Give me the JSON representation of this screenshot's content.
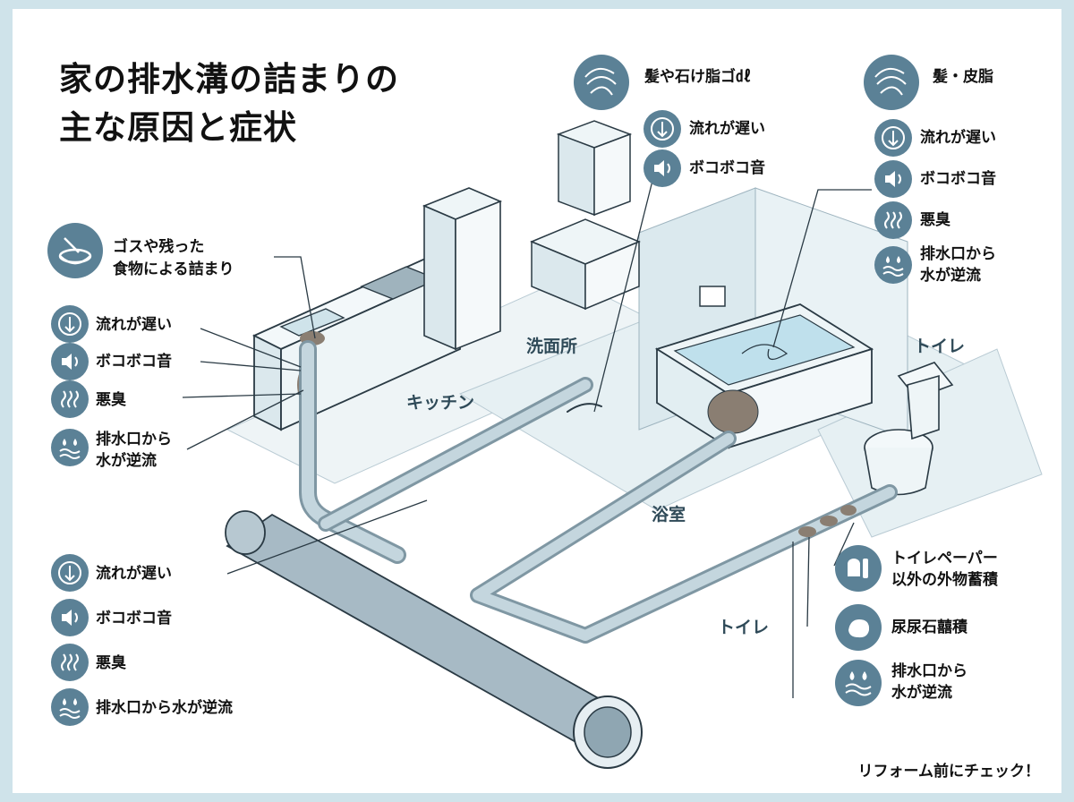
{
  "title": {
    "line1": "家の排水溝の詰まりの",
    "line2": "主な原因と症状"
  },
  "rooms": {
    "kitchen": "キッチン",
    "washroom": "洗面所",
    "bathroom": "浴室",
    "toilet_upper": "トイレ",
    "toilet_lower": "トイレ"
  },
  "kitchen": {
    "cause": "ゴスや残った\n食物による詰まり",
    "symptoms": [
      "流れが遅い",
      "ボコボコ音",
      "悪臭",
      "排水口から\n水が逆流"
    ]
  },
  "main_pipe": {
    "symptoms": [
      "流れが遅い",
      "ボコボコ音",
      "悪臭",
      "排水口から水が逆流"
    ]
  },
  "washroom": {
    "cause": "髪や石け脂ゴ㎗",
    "symptoms": [
      "流れが遅い",
      "ボコボコ音"
    ]
  },
  "bathroom": {
    "cause": "髪・皮脂",
    "symptoms": [
      "流れが遅い",
      "ボコボコ音",
      "悪臭",
      "排水口から\n水が逆流"
    ]
  },
  "toilet": {
    "causes": [
      "トイレペーパー\n以外の外物蓄積",
      "尿尿石囍積",
      "排水口から\n水が逆流"
    ]
  },
  "footer": "リフォーム前にチェック！",
  "colors": {
    "icon_fill": "#5b8196",
    "pipe": "#a7bac5",
    "water": "#cfe6ef",
    "floor": "#e6f0f3",
    "line": "#2a3a44",
    "background": "#cfe3ea"
  }
}
